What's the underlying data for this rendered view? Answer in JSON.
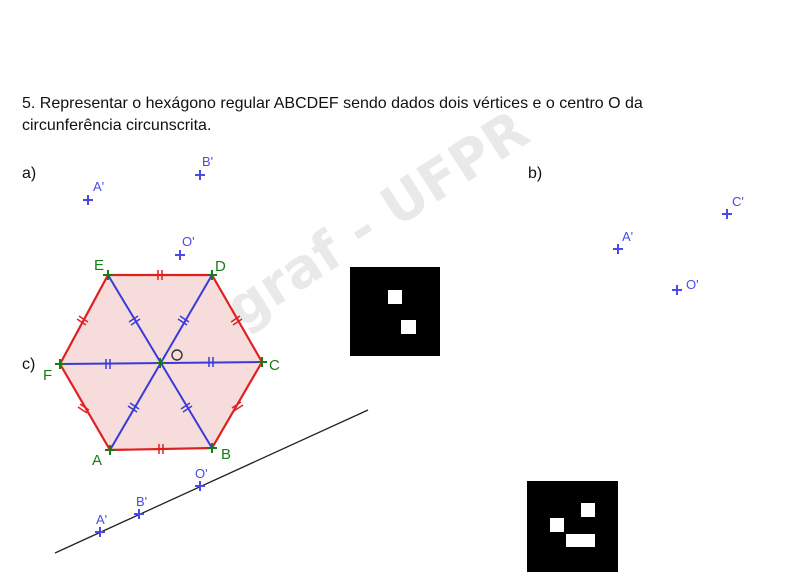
{
  "problem": {
    "number": "5.",
    "line1": "Representar o hexágono regular ABCDEF sendo dados dois vértices e o centro O da",
    "line2": "circunferência circunscrita."
  },
  "parts": {
    "a": "a)",
    "b": "b)",
    "c": "c)"
  },
  "watermark": "geegraf - UFPR",
  "part_a": {
    "points": {
      "A": "A'",
      "B": "B'",
      "O": "O'"
    }
  },
  "part_b": {
    "points": {
      "A": "A'",
      "C": "C'",
      "O": "O'"
    }
  },
  "part_c": {
    "points": {
      "A": "A'",
      "B": "B'",
      "O": "O'"
    }
  },
  "hexagon": {
    "vertices": {
      "A": "A",
      "B": "B",
      "C": "C",
      "D": "D",
      "E": "E",
      "F": "F"
    },
    "center": "O"
  },
  "colors": {
    "given_points": "#4a4ae8",
    "vertex_marks": "#1a7a1a",
    "hexagon_edge": "#e02020",
    "hexagon_fill": "#f7dcdc",
    "diagonals": "#3a3ad8",
    "line": "#222222",
    "qr_background": "#000000"
  }
}
